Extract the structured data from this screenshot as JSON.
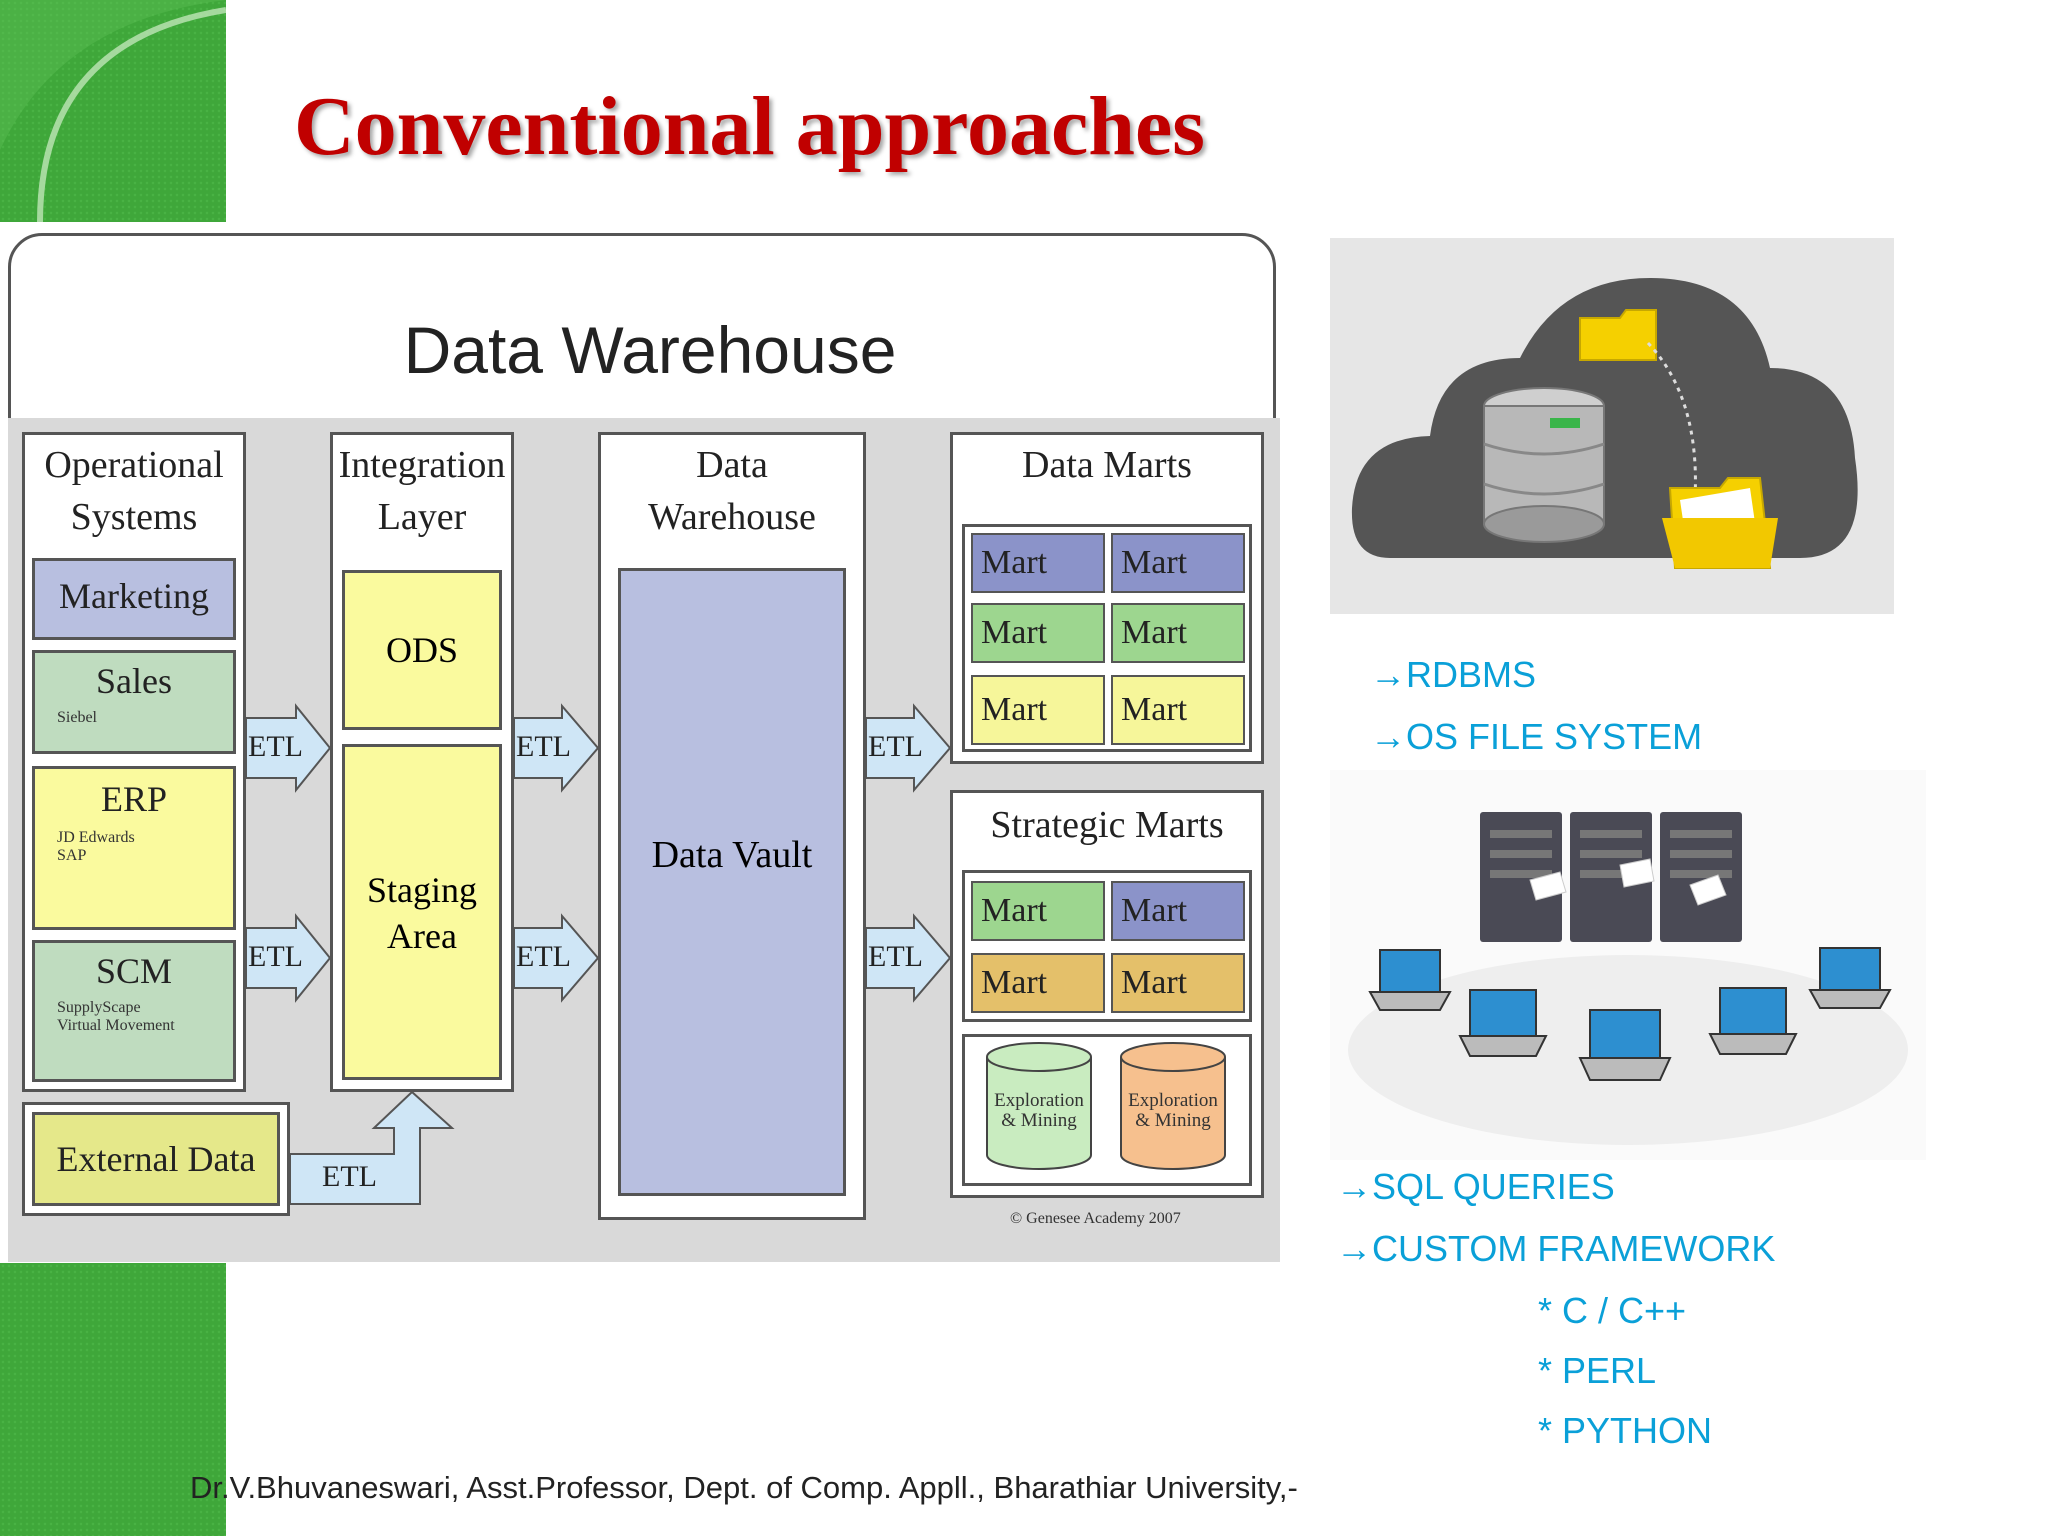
{
  "slide": {
    "title": "Conventional approaches",
    "footer": "Dr.V.Bhuvaneswari, Asst.Professor, Dept. of Comp. Appll., Bharathiar University,-"
  },
  "diagram": {
    "title": "Data Warehouse",
    "columns": {
      "operational": "Operational Systems",
      "integration": "Integration Layer",
      "warehouse": "Data Warehouse",
      "marts": "Data Marts",
      "strategic": "Strategic Marts"
    },
    "sources": [
      {
        "name": "Marketing",
        "sub": ""
      },
      {
        "name": "Sales",
        "sub": "Siebel"
      },
      {
        "name": "ERP",
        "sub": "JD Edwards\nSAP"
      },
      {
        "name": "SCM",
        "sub": "SupplyScape\nVirtual Movement"
      }
    ],
    "external": "External Data",
    "etl": "ETL",
    "ods": "ODS",
    "staging": "Staging Area",
    "vault": "Data Vault",
    "mart": "Mart",
    "exploration": "Exploration & Mining",
    "copyright": "© Genesee Academy 2007"
  },
  "notes": {
    "group1": [
      "RDBMS",
      "OS FILE SYSTEM"
    ],
    "group2": [
      "SQL QUERIES",
      "CUSTOM FRAMEWORK"
    ],
    "languages": [
      "* C / C++",
      "* PERL",
      "* PYTHON"
    ],
    "arrow": "→"
  },
  "colors": {
    "title": "#c00000",
    "accent_green": "#3fa73a",
    "note_blue": "#0aa0d8",
    "marketing": "#b8bfe0",
    "sales": "#bfdcbf",
    "erp": "#fafa9e",
    "vault": "#b8bfe0"
  },
  "icons": [
    "cloud-database-icon",
    "server-network-icon"
  ]
}
